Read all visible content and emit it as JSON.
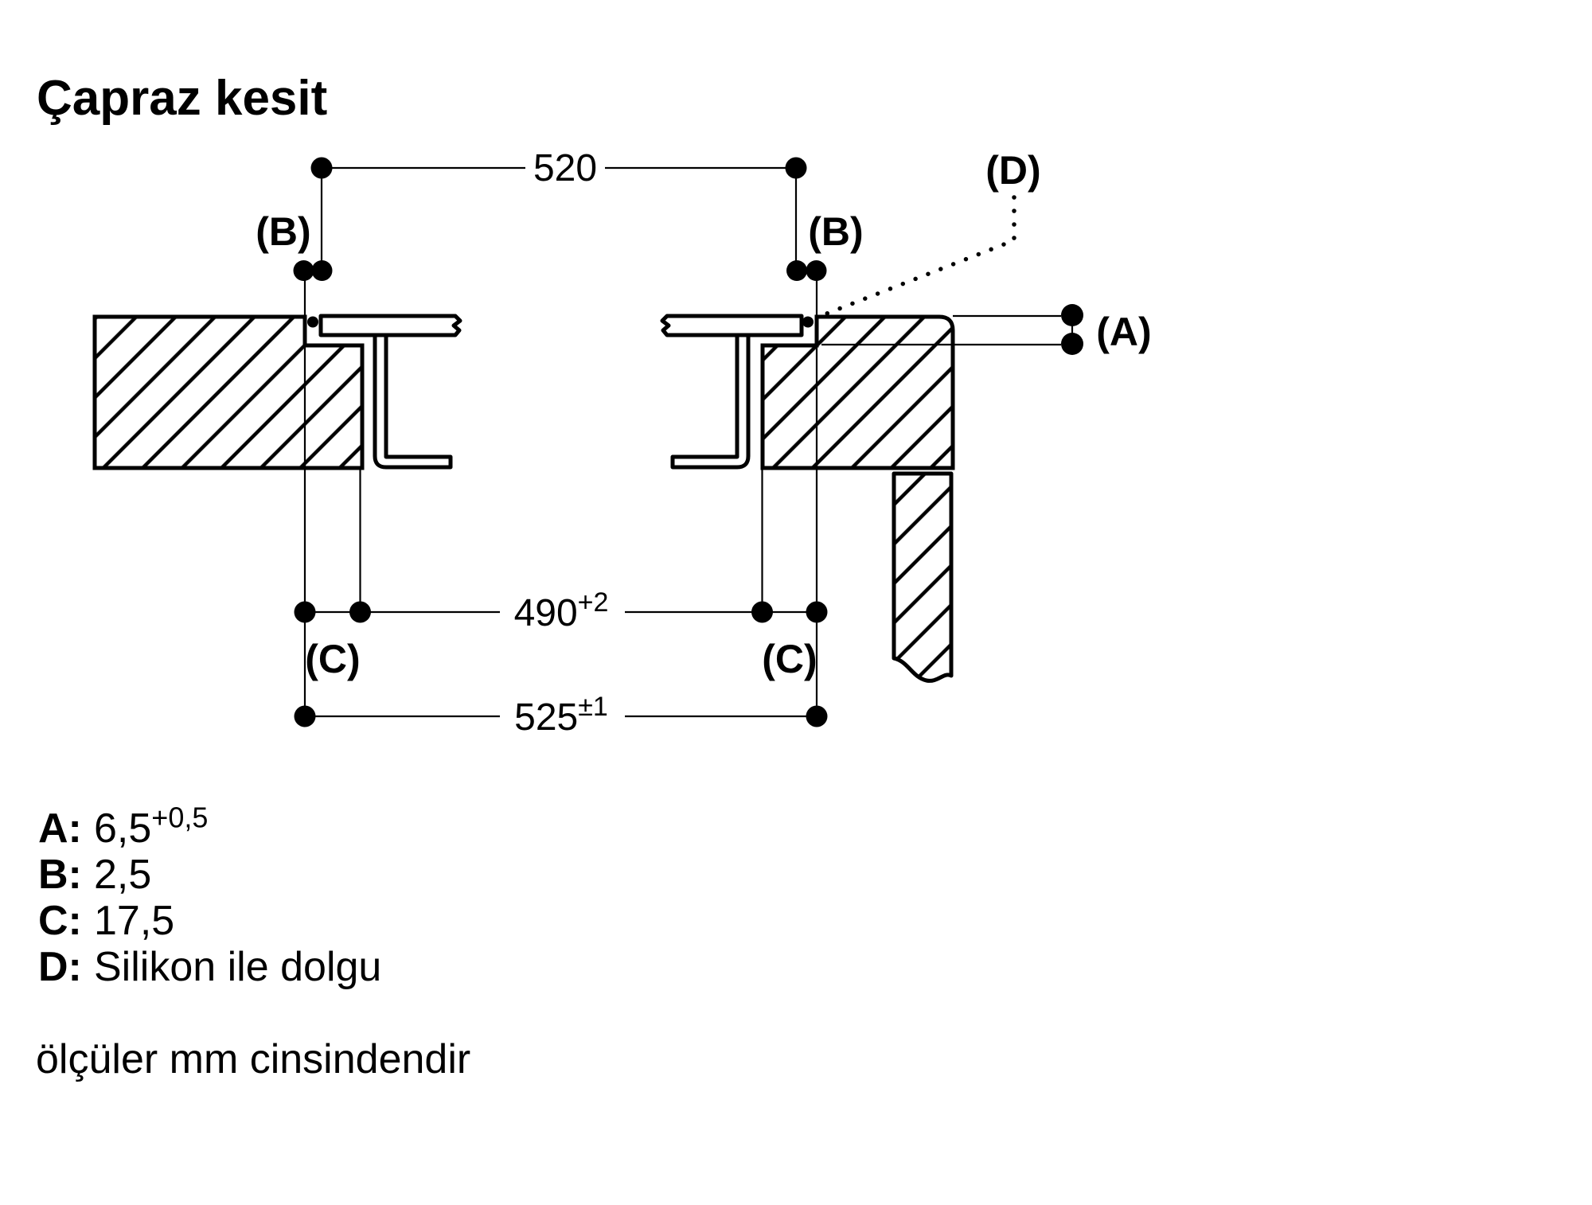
{
  "title": "Çapraz kesit",
  "diagram": {
    "dim_520": {
      "value": "520"
    },
    "dim_490": {
      "value": "490",
      "sup": "+2"
    },
    "dim_525": {
      "value": "525",
      "sup": "±1"
    },
    "label_b_left": "(B)",
    "label_b_right": "(B)",
    "label_c_left": "(C)",
    "label_c_right": "(C)",
    "label_d": "(D)",
    "label_a": "(A)"
  },
  "legend": {
    "rows": [
      {
        "key": "A:",
        "value": "6,5",
        "sup": "+0,5"
      },
      {
        "key": "B:",
        "value": "2,5",
        "sup": ""
      },
      {
        "key": "C:",
        "value": "17,5",
        "sup": ""
      },
      {
        "key": "D:",
        "value": "Silikon ile dolgu",
        "sup": ""
      }
    ]
  },
  "note": "ölçüler mm cinsindendir",
  "colors": {
    "ink": "#000000",
    "background": "#ffffff"
  }
}
